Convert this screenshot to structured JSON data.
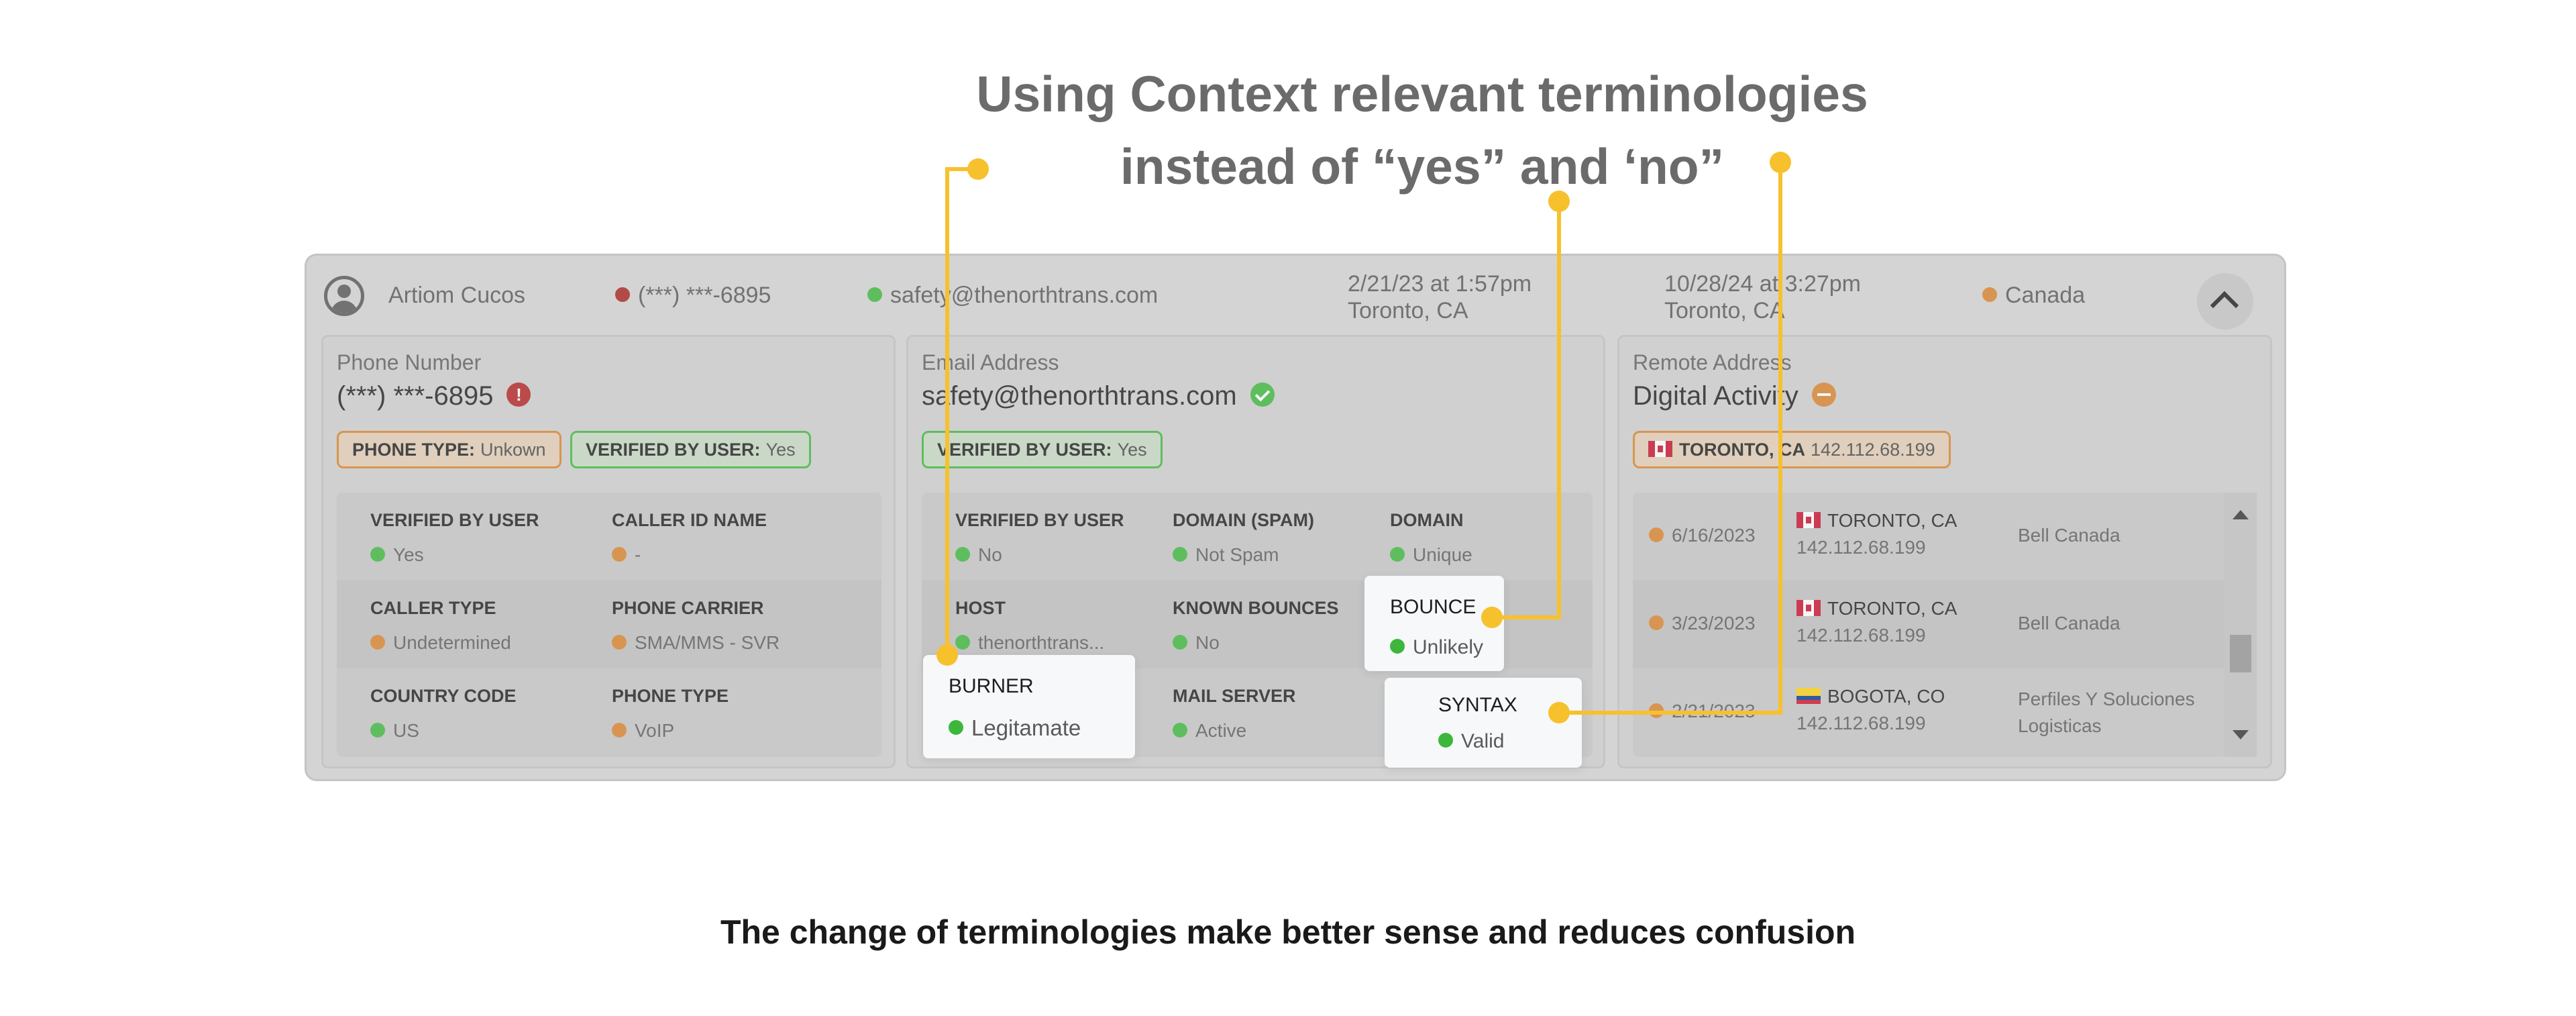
{
  "heading": {
    "line1": "Using Context relevant terminologies",
    "line2": "instead of “yes” and ‘no”"
  },
  "caption": "The change of terminologies make better sense and reduces confusion",
  "header": {
    "name": "Artiom Cucos",
    "phone": "(***) ***-6895",
    "email": "safety@thenorthtrans.com",
    "created_date": "2/21/23 at 1:57pm",
    "created_location": "Toronto, CA",
    "last_date": "10/28/24 at 3:27pm",
    "last_location": "Toronto, CA",
    "country": "Canada"
  },
  "phone_card": {
    "label": "Phone Number",
    "value": "(***) ***-6895",
    "error_icon": "!",
    "tags": [
      {
        "key": "PHONE TYPE:",
        "value": "Unkown"
      },
      {
        "key": "VERIFIED BY USER:",
        "value": "Yes"
      }
    ],
    "rows": [
      [
        {
          "key": "VERIFIED BY USER",
          "value": "Yes"
        },
        {
          "key": "CALLER ID NAME",
          "value": "-"
        }
      ],
      [
        {
          "key": "CALLER TYPE",
          "value": "Undetermined"
        },
        {
          "key": "PHONE CARRIER",
          "value": "SMA/MMS - SVR"
        }
      ],
      [
        {
          "key": "COUNTRY CODE",
          "value": "US"
        },
        {
          "key": "PHONE TYPE",
          "value": "VoIP"
        }
      ]
    ]
  },
  "email_card": {
    "label": "Email Address",
    "value": "safety@thenorthtrans.com",
    "tags": [
      {
        "key": "VERIFIED BY USER:",
        "value": "Yes"
      }
    ],
    "rows": [
      [
        {
          "key": "VERIFIED BY USER",
          "value": "No"
        },
        {
          "key": "DOMAIN (SPAM)",
          "value": "Not Spam"
        },
        {
          "key": "DOMAIN",
          "value": "Unique"
        }
      ],
      [
        {
          "key": "HOST",
          "value": "thenorthtrans..."
        },
        {
          "key": "KNOWN BOUNCES",
          "value": "No"
        }
      ],
      [
        {
          "key": "MAIL SERVER",
          "value": "Active"
        }
      ]
    ],
    "highlights": {
      "bounce": {
        "key": "BOUNCE",
        "value": "Unlikely"
      },
      "burner": {
        "key": "BURNER",
        "value": "Legitamate"
      },
      "syntax": {
        "key": "SYNTAX",
        "value": "Valid"
      }
    }
  },
  "remote_card": {
    "label": "Remote Address",
    "value": "Digital Activity",
    "tag": {
      "key": "TORONTO, CA",
      "value": "142.112.68.199"
    },
    "rows": [
      {
        "date": "6/16/2023",
        "location": "TORONTO, CA",
        "ip": "142.112.68.199",
        "isp": "Bell Canada"
      },
      {
        "date": "3/23/2023",
        "location": "TORONTO, CA",
        "ip": "142.112.68.199",
        "isp": "Bell Canada"
      },
      {
        "date": "2/21/2023",
        "location": "BOGOTA, CO",
        "ip": "142.112.68.199",
        "isp": "Perfiles Y Soluciones Logisticas"
      }
    ]
  },
  "colors": {
    "callout": "#f7c12d",
    "green": "#3cb73c",
    "orange": "#d9822b",
    "red": "#a8241f"
  },
  "icons": [
    "user-avatar-icon",
    "chevron-up-icon",
    "error-icon",
    "check-icon",
    "blocked-icon",
    "canada-flag-icon",
    "colombia-flag-icon",
    "scroll-up-icon",
    "scroll-down-icon"
  ]
}
